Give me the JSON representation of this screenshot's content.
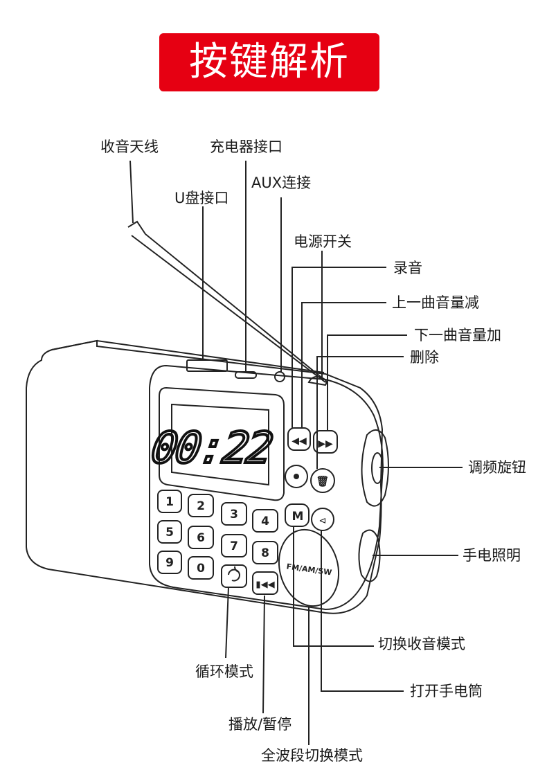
{
  "title": "按键解析",
  "display": {
    "time": "00:22"
  },
  "keypad": {
    "keys": [
      "1",
      "2",
      "3",
      "4",
      "5",
      "6",
      "7",
      "8",
      "9",
      "0"
    ]
  },
  "buttons": {
    "mode": "M",
    "band": "FM/AM/SW"
  },
  "labels": {
    "antenna": "收音天线",
    "charger": "充电器接口",
    "aux": "AUX连接",
    "usb": "U盘接口",
    "power": "电源开关",
    "record": "录音",
    "prev_vol_down": "上一曲音量减",
    "next_vol_up": "下一曲音量加",
    "delete": "删除",
    "tuning_knob": "调频旋钮",
    "flashlight": "手电照明",
    "switch_radio_mode": "切换收音模式",
    "toggle_flashlight": "打开手电筒",
    "loop_mode": "循环模式",
    "play_pause": "播放/暂停",
    "full_band_mode": "全波段切换模式"
  },
  "colors": {
    "accent": "#e60012",
    "line": "#222222"
  }
}
